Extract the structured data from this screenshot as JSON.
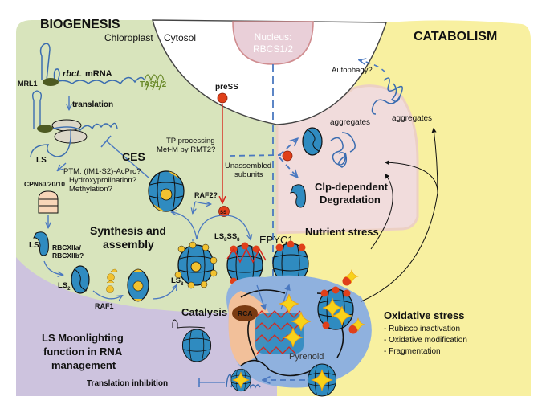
{
  "sections": {
    "biogenesis": "BIOGENESIS",
    "catabolism": "CATABOLISM",
    "moonlighting": [
      "LS Moonlighting",
      "function in RNA",
      "management"
    ]
  },
  "compartments": {
    "chloroplast": "Chloroplast",
    "cytosol": "Cytosol",
    "nucleus": [
      "Nucleus:",
      "RBCS1/2"
    ],
    "pyrenoid": "Pyrenoid"
  },
  "labels": {
    "mrl1": "MRL1",
    "rbcl": "rbcL",
    "mrna": "mRNA",
    "tas": "TAS1/2",
    "translation": "translation",
    "ls": "LS",
    "ces": "CES",
    "ptm": [
      "PTM: (fM1-S2)-AcPro?",
      "Hydroxyprolination?",
      "Methylation?"
    ],
    "cpn": "CPN60/20/10",
    "tp": [
      "TP processing",
      "Met-M by RMT2?"
    ],
    "press": "preSS",
    "unassembled": [
      "Unassembled",
      "subunits"
    ],
    "raf2": "RAF2?",
    "ss": "SS",
    "synthesis": [
      "Synthesis and",
      "assembly"
    ],
    "ls_second": "LS",
    "rbcx": [
      "RBCXIIa/",
      "RBCXIIb?"
    ],
    "ls2": "LS",
    "ls2_sub": "2",
    "raf1": "RAF1",
    "ls8": "LS",
    "ls8_sub": "8",
    "ls8ss8": "LS",
    "ls8ss8_sub1": "8",
    "ls8ss8_mid": "SS",
    "ls8ss8_sub2": "8",
    "epyc1": "EPYC1",
    "catalysis": "Catalysis",
    "rca": "RCA",
    "autophagy": "Autophagy?",
    "aggregates_left": "aggregates",
    "aggregates_right": "aggregates",
    "clp": [
      "Clp-dependent",
      "Degradation"
    ],
    "nutrient": "Nutrient stress",
    "oxidative_title": "Oxidative stress",
    "oxidative_items": [
      "- Rubisco inactivation",
      "- Oxidative modification",
      "- Fragmentation"
    ],
    "translation_inhibition": "Translation inhibition"
  },
  "colors": {
    "biogenesis_bg": "#d8e4bc",
    "moonlight_bg": "#cdc3de",
    "catabolism_bg": "#f8f0a0",
    "degradation_bg": "#f1dcdc",
    "nucleus_fill": "#e9cfd8",
    "nucleus_stroke": "#d08d90",
    "pyrenoid_fill": "#8fb1de",
    "rca_zone": "#f2c09a",
    "rubisco_blue": "#2f8bc0",
    "small_subunit_red": "#e0401a",
    "chaperone_yellow": "#f2c230",
    "arrow_blue": "#4a78c0",
    "red_arrow": "#d8271c",
    "ribosome": "#dcd7c8",
    "mrl1": "#4d5a22",
    "cpn": "#f8d6b8",
    "rca": "#7a3b12",
    "tas_green": "#6a8a2a"
  }
}
